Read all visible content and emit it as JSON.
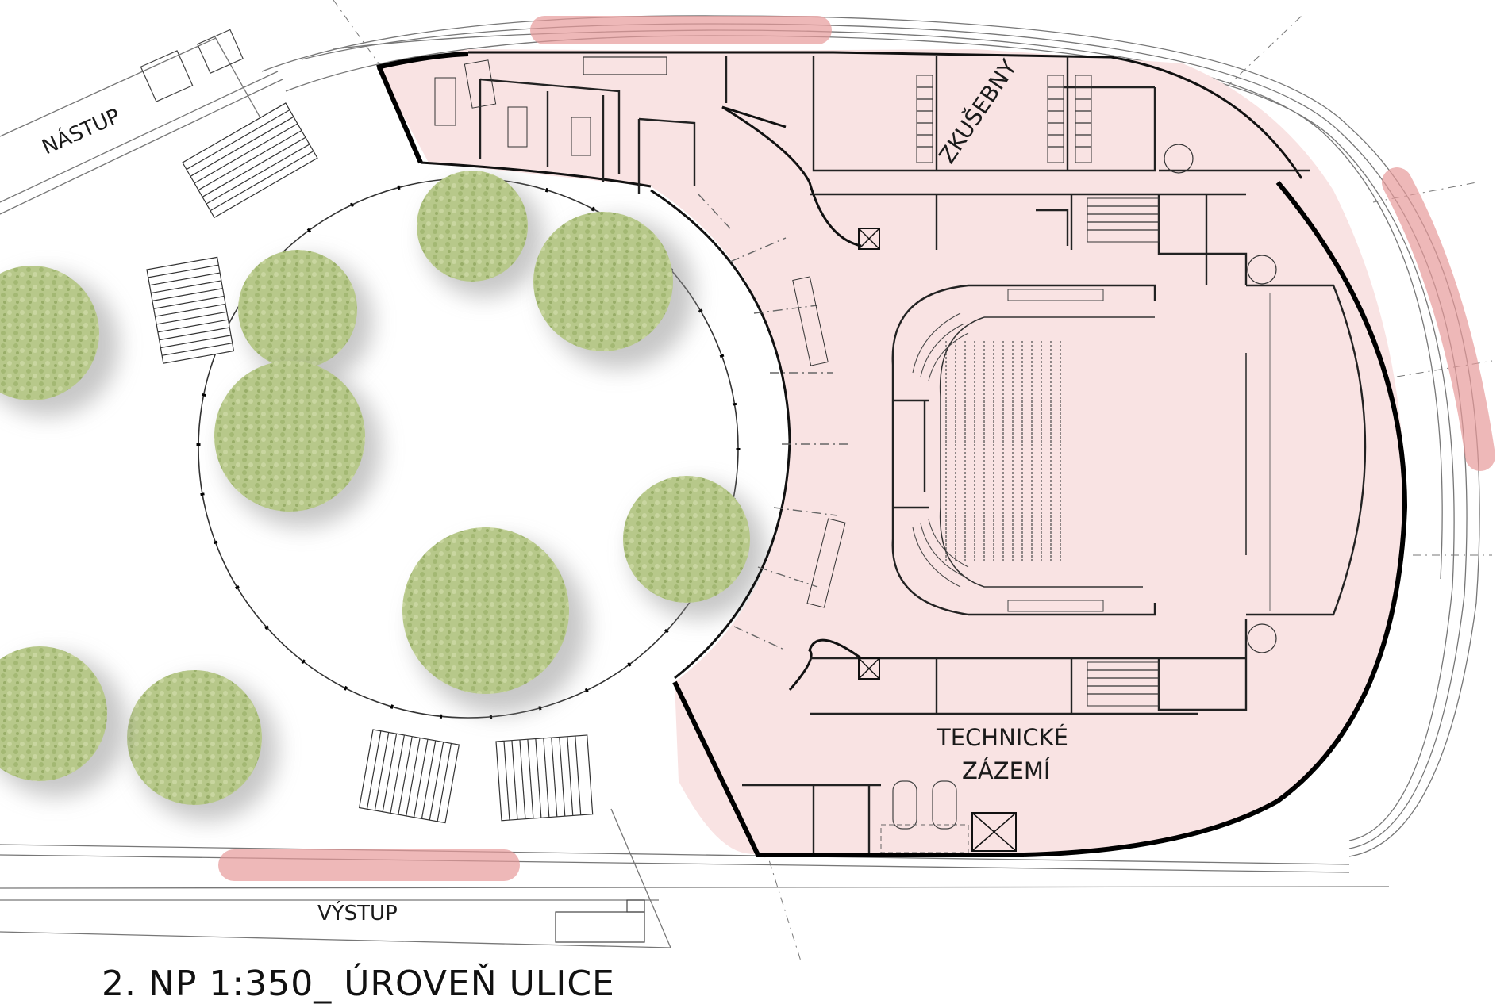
{
  "labels": {
    "nastup": "NÁSTUP",
    "vystup": "VÝSTUP",
    "zkusebny": "ZKUŠEBNY",
    "technicke_line1": "TECHNICKÉ",
    "technicke_line2": "ZÁZEMÍ",
    "plan_title": "2. NP 1:350_ ÚROVEŇ ULICE"
  },
  "colors": {
    "building_fill": "#f9e3e3",
    "tram_highlight": "#e79a9a",
    "tree_canopy": "#b9c98a",
    "tree_shadow": "#9a9a9a",
    "wall": "#111111"
  },
  "icons": {
    "tree": "tree-canopy-icon",
    "stairs": "stairs-icon",
    "elevator": "elevator-icon"
  }
}
